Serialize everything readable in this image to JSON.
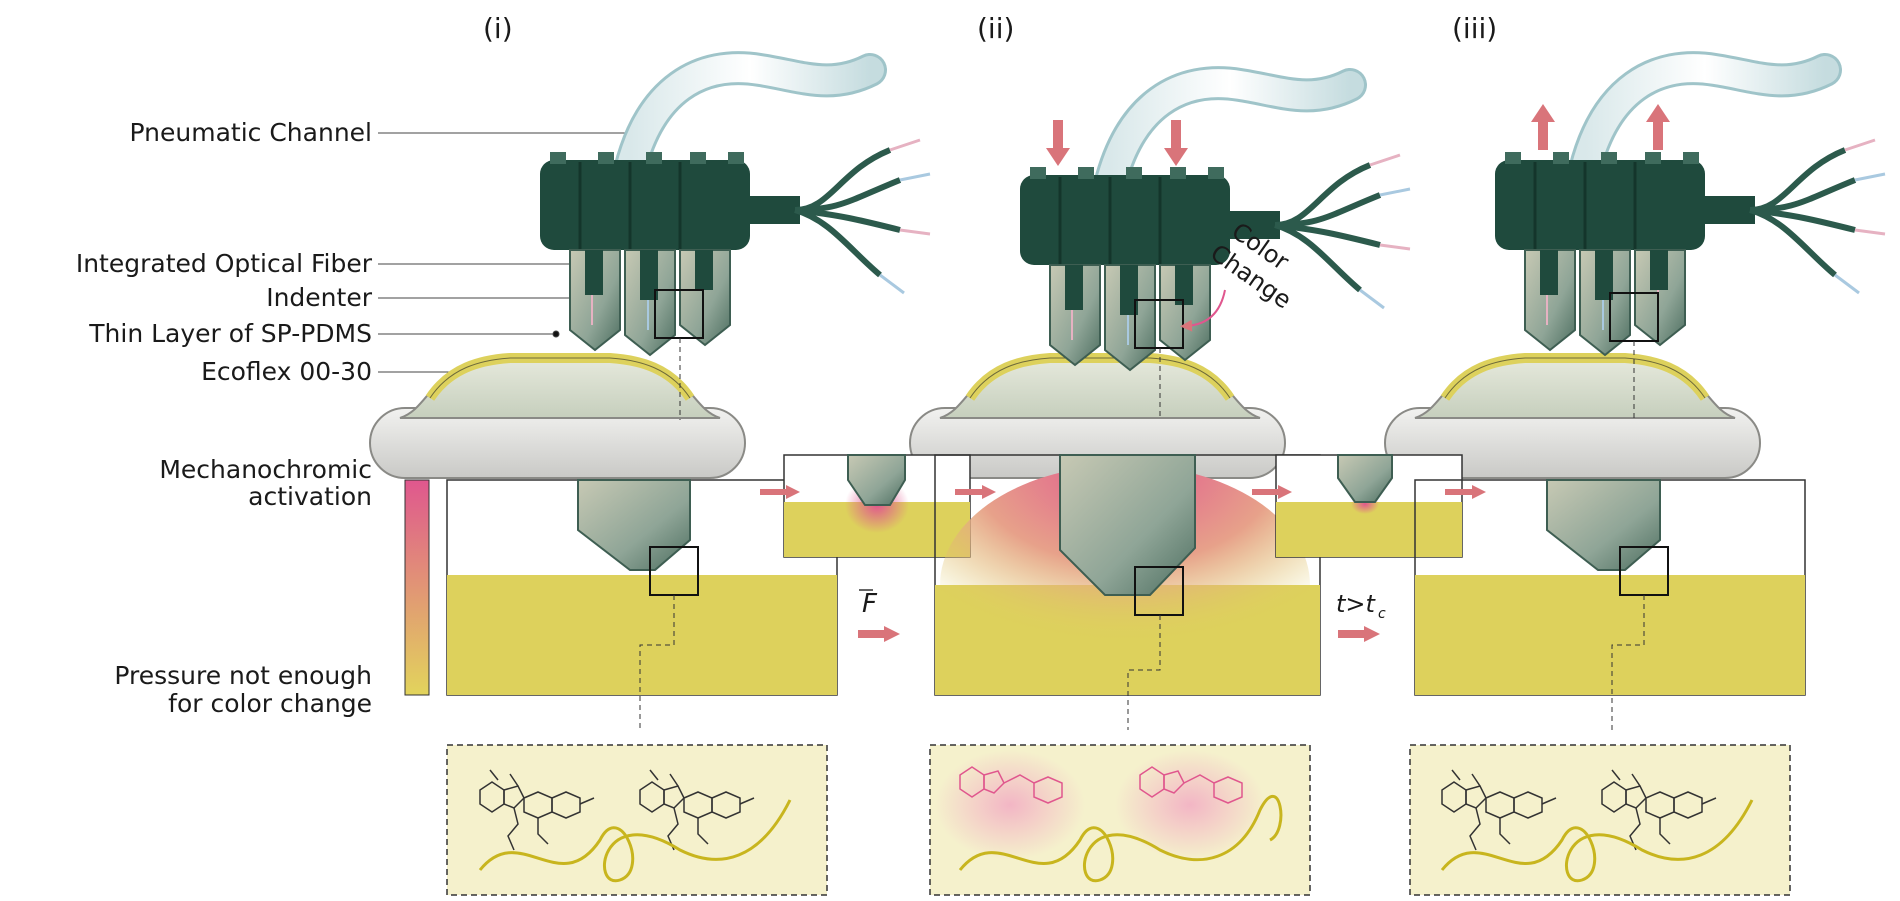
{
  "panels": {
    "i": "(i)",
    "ii": "(ii)",
    "iii": "(iii)"
  },
  "labels": {
    "pneumatic_channel": "Pneumatic Channel",
    "optical_fiber": "Integrated Optical Fiber",
    "indenter": "Indenter",
    "sp_pdms": "Thin Layer of SP-PDMS",
    "ecoflex": "Ecoflex 00-30",
    "mech_line1": "Mechanochromic",
    "mech_line2": "activation",
    "pressure_line1": "Pressure not enough",
    "pressure_line2": "for color change",
    "color_change_1": "Color",
    "color_change_2": "Change",
    "force": "F",
    "time_t": "t>t",
    "time_sub": "c"
  },
  "colors": {
    "housing": "#1f4a3d",
    "layer_yellow": "#ddd15c",
    "activation_pink": "#e0578e",
    "arrow": "#d9747a",
    "molecule_bg": "#f5f1cc"
  }
}
